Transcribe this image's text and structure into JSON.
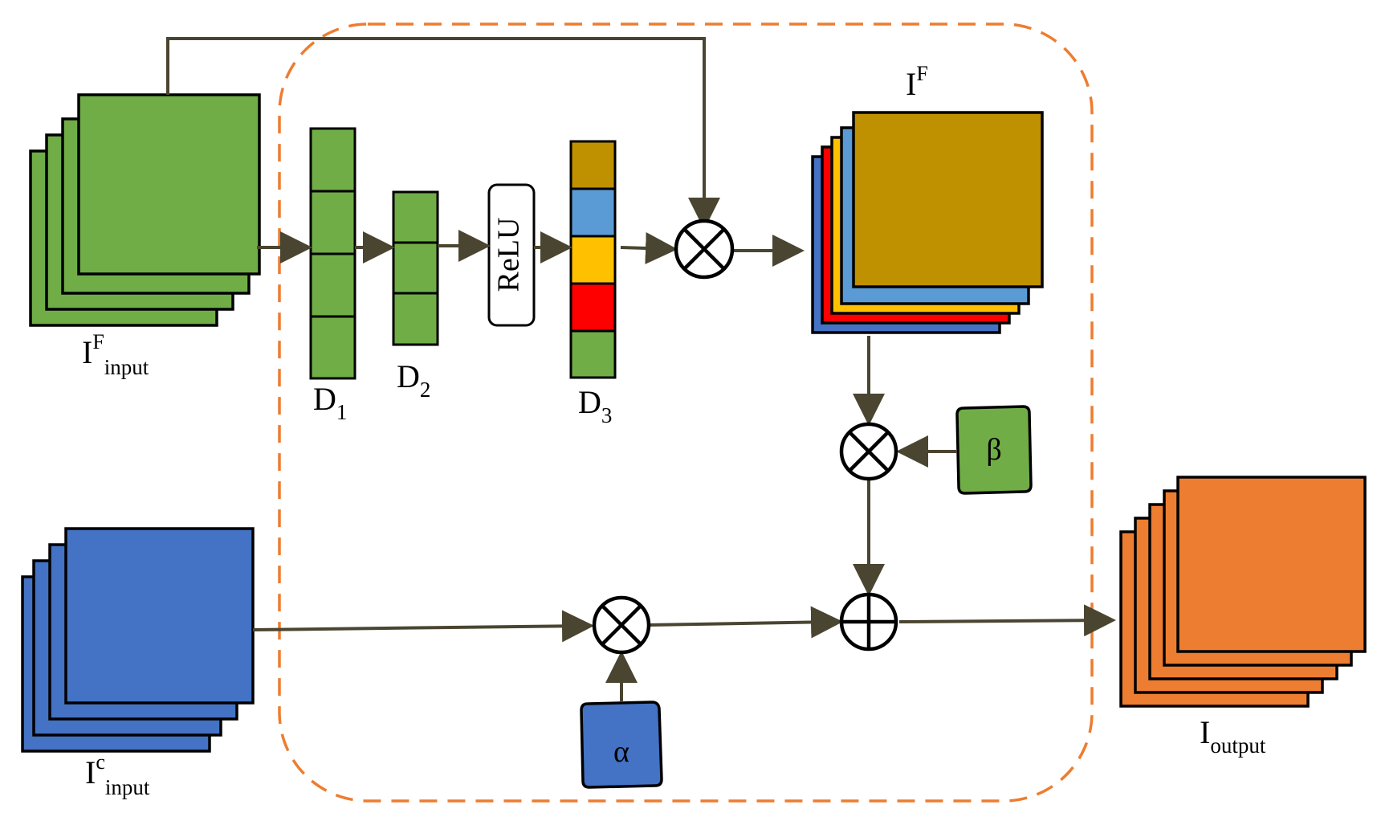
{
  "labels": {
    "input_f_base": "I",
    "input_f_sup": "F",
    "input_f_sub": "input",
    "input_c_base": "I",
    "input_c_sup": "c",
    "input_c_sub": "input",
    "feature_base": "I",
    "feature_sup": "F",
    "output_base": "I",
    "output_sub": "output",
    "d1_base": "D",
    "d1_sub": "1",
    "d2_base": "D",
    "d2_sub": "2",
    "d3_base": "D",
    "d3_sub": "3",
    "relu": "ReLU",
    "alpha": "α",
    "beta": "β"
  },
  "colors": {
    "green": "#70ad47",
    "blue": "#4472c4",
    "orange": "#ed7d31",
    "gold": "#bf9000",
    "light_blue": "#5b9bd5",
    "yellow": "#ffc000",
    "red": "#ff0000",
    "arrow": "#4a4530",
    "dashed_box": "#ed7d31"
  },
  "d3_segment_colors": [
    "#bf9000",
    "#5b9bd5",
    "#ffc000",
    "#ff0000",
    "#70ad47"
  ],
  "feature_stack_colors": [
    "#4472c4",
    "#ff0000",
    "#ffc000",
    "#5b9bd5",
    "#bf9000"
  ]
}
